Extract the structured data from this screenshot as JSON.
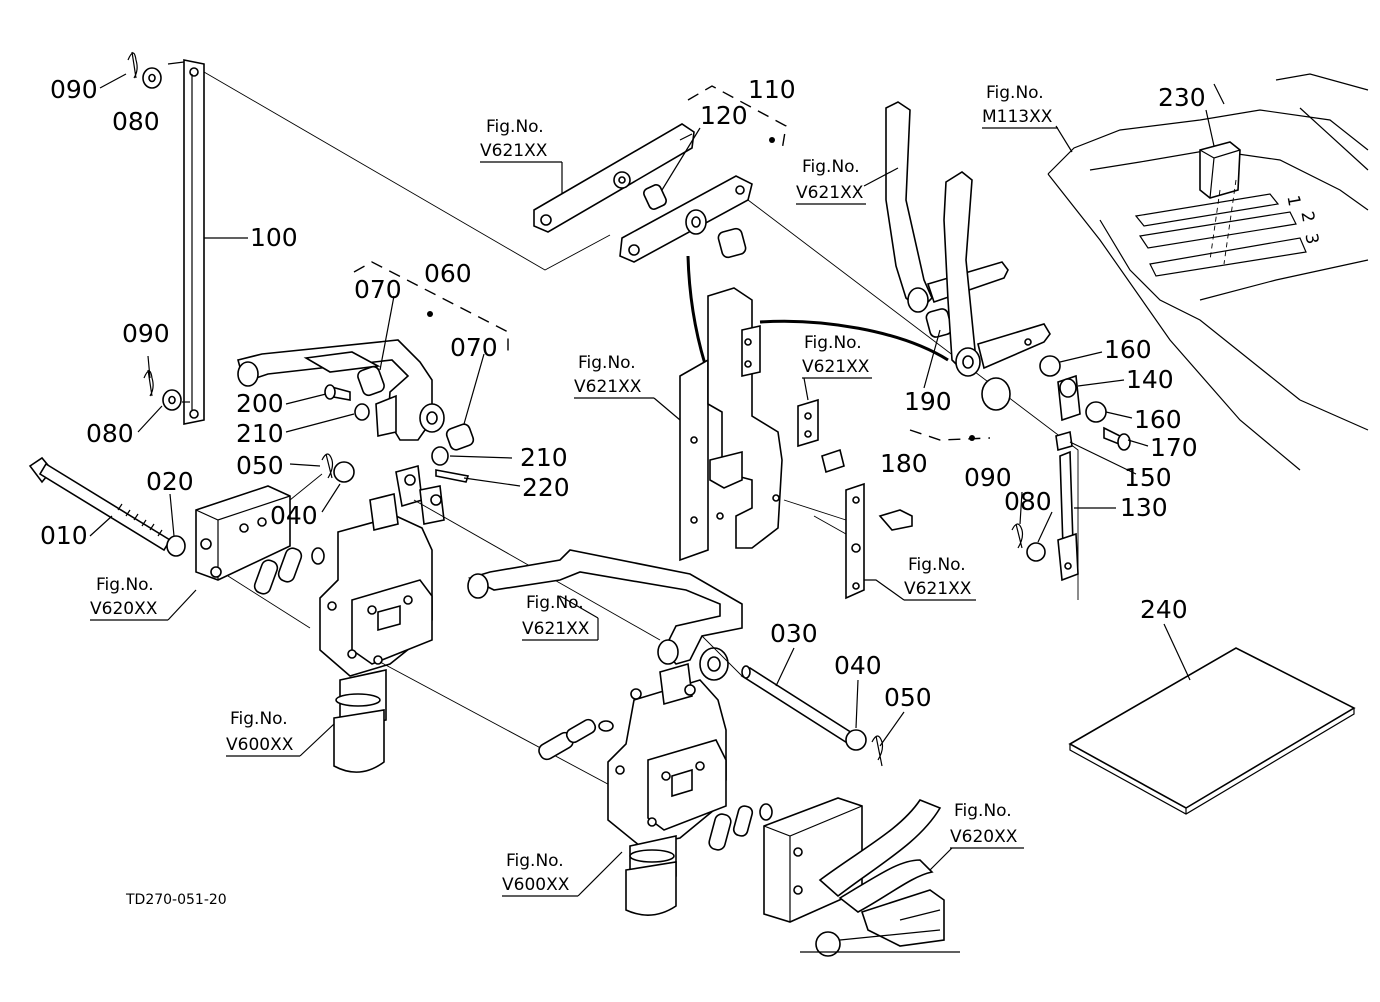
{
  "drawing_id": "TD270-051-20",
  "callouts": [
    {
      "key": "p090a",
      "text": "090"
    },
    {
      "key": "p080a",
      "text": "080"
    },
    {
      "key": "p100",
      "text": "100"
    },
    {
      "key": "p090b",
      "text": "090"
    },
    {
      "key": "p080b",
      "text": "080"
    },
    {
      "key": "p070a",
      "text": "070"
    },
    {
      "key": "p060",
      "text": "060"
    },
    {
      "key": "p070b",
      "text": "070"
    },
    {
      "key": "p200",
      "text": "200"
    },
    {
      "key": "p210a",
      "text": "210"
    },
    {
      "key": "p050a",
      "text": "050"
    },
    {
      "key": "p040a",
      "text": "040"
    },
    {
      "key": "p210b",
      "text": "210"
    },
    {
      "key": "p220",
      "text": "220"
    },
    {
      "key": "p010",
      "text": "010"
    },
    {
      "key": "p020",
      "text": "020"
    },
    {
      "key": "p110",
      "text": "110"
    },
    {
      "key": "p120",
      "text": "120"
    },
    {
      "key": "p230",
      "text": "230"
    },
    {
      "key": "p160a",
      "text": "160"
    },
    {
      "key": "p140",
      "text": "140"
    },
    {
      "key": "p160b",
      "text": "160"
    },
    {
      "key": "p170",
      "text": "170"
    },
    {
      "key": "p190",
      "text": "190"
    },
    {
      "key": "p180",
      "text": "180"
    },
    {
      "key": "p150",
      "text": "150"
    },
    {
      "key": "p090c",
      "text": "090"
    },
    {
      "key": "p080c",
      "text": "080"
    },
    {
      "key": "p130",
      "text": "130"
    },
    {
      "key": "p030",
      "text": "030"
    },
    {
      "key": "p040b",
      "text": "040"
    },
    {
      "key": "p050b",
      "text": "050"
    },
    {
      "key": "p240",
      "text": "240"
    }
  ],
  "fig_refs": [
    {
      "key": "f1",
      "title": "Fig.No.",
      "code": "V621XX"
    },
    {
      "key": "f2",
      "title": "Fig.No.",
      "code": "V621XX"
    },
    {
      "key": "f3",
      "title": "Fig.No.",
      "code": "M113XX"
    },
    {
      "key": "f4",
      "title": "Fig.No.",
      "code": "V621XX"
    },
    {
      "key": "f5",
      "title": "Fig.No.",
      "code": "V621XX"
    },
    {
      "key": "f6",
      "title": "Fig.No.",
      "code": "V621XX"
    },
    {
      "key": "f7",
      "title": "Fig.No.",
      "code": "V620XX"
    },
    {
      "key": "f8",
      "title": "Fig.No.",
      "code": "V621XX"
    },
    {
      "key": "f9",
      "title": "Fig.No.",
      "code": "V600XX"
    },
    {
      "key": "f10",
      "title": "Fig.No.",
      "code": "V600XX"
    },
    {
      "key": "f11",
      "title": "Fig.No.",
      "code": "V620XX"
    }
  ]
}
